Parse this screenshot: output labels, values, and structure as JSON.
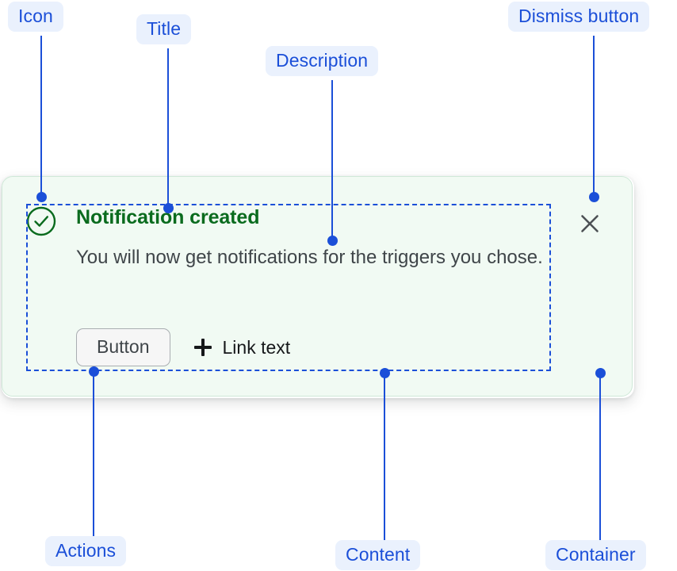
{
  "notification": {
    "icon": "success-check-circle-icon",
    "title": "Notification created",
    "description": "You will now get notifications for the triggers you chose.",
    "actions": {
      "button_label": "Button",
      "link_icon": "plus-icon",
      "link_label": "Link text"
    },
    "dismiss_icon": "close-x-icon"
  },
  "annotations": [
    {
      "id": "icon",
      "label": "Icon"
    },
    {
      "id": "title",
      "label": "Title"
    },
    {
      "id": "description",
      "label": "Description"
    },
    {
      "id": "dismiss-button",
      "label": "Dismiss button"
    },
    {
      "id": "actions",
      "label": "Actions"
    },
    {
      "id": "content",
      "label": "Content"
    },
    {
      "id": "container",
      "label": "Container"
    }
  ],
  "colors": {
    "annotation_blue": "#1b4fd8",
    "annotation_badge_bg": "#eaf1fd",
    "card_bg": "#f1faf3",
    "card_border": "#cfe8d8",
    "success_green": "#0a6b1e",
    "body_text": "#3f4549"
  }
}
